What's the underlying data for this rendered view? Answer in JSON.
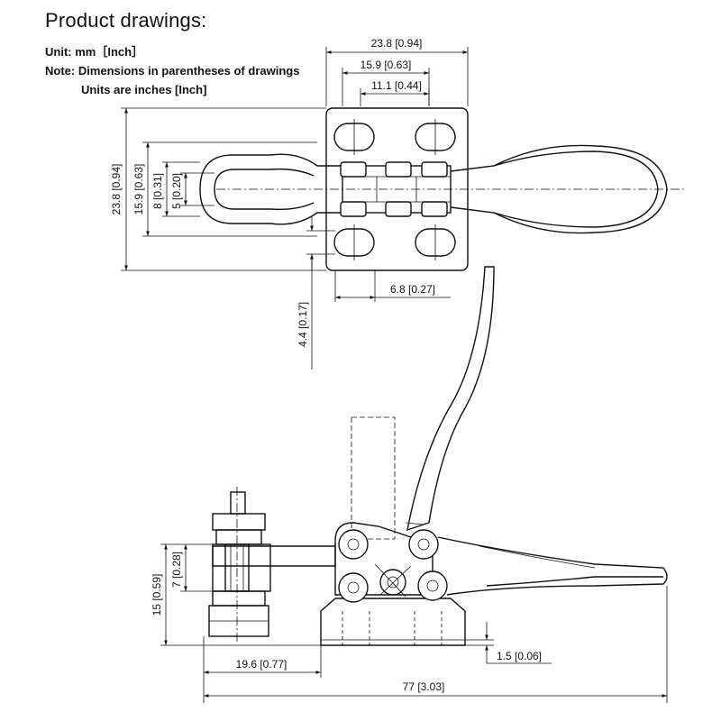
{
  "header": {
    "title": "Product drawings:",
    "unit": "Unit: mm［Inch］",
    "note_line1": "Note: Dimensions in parentheses of drawings",
    "note_line2": "Units are inches [Inch]"
  },
  "top_view": {
    "dims": {
      "w_overall": "23.8 [0.94]",
      "w_mid": "15.9 [0.63]",
      "w_inner": "11.1 [0.44]",
      "h_overall": "23.8 [0.94]",
      "h_mid": "15.9 [0.63]",
      "h_8": "8 [0.31]",
      "h_5": "5 [0.20]",
      "offset": "6.8 [0.27]",
      "vertical": "4.4 [0.17]"
    }
  },
  "side_view": {
    "dims": {
      "h_15": "15 [0.59]",
      "h_7": "7 [0.28]",
      "spindle": "19.6 [0.77]",
      "length": "77 [3.03]",
      "base": "1.5 [0.06]"
    }
  }
}
